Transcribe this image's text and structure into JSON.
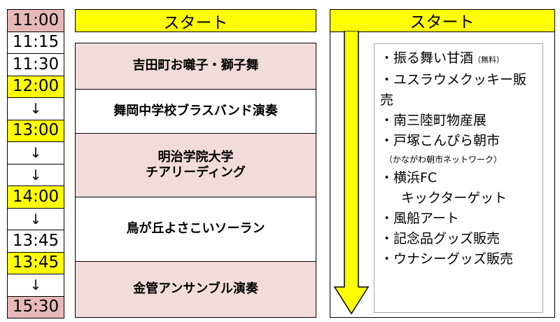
{
  "times": [
    {
      "label": "11:00",
      "bg": "pink"
    },
    {
      "label": "11:15",
      "bg": "white"
    },
    {
      "label": "11:30",
      "bg": "white"
    },
    {
      "label": "12:00",
      "bg": "yellow"
    },
    {
      "label": "↓",
      "bg": "white"
    },
    {
      "label": "13:00",
      "bg": "yellow"
    },
    {
      "label": "↓",
      "bg": "white"
    },
    {
      "label": "↓",
      "bg": "white"
    },
    {
      "label": "14:00",
      "bg": "yellow"
    },
    {
      "label": "↓",
      "bg": "white"
    },
    {
      "label": "13:45",
      "bg": "white"
    },
    {
      "label": "13:45",
      "bg": "yellow"
    },
    {
      "label": "↓",
      "bg": "white"
    },
    {
      "label": "15:30",
      "bg": "pink"
    }
  ],
  "program": {
    "header": "スタート",
    "items": [
      {
        "lines": [
          "吉田町お囃子・獅子舞"
        ],
        "bg": "pink"
      },
      {
        "lines": [
          "舞岡中学校ブラスバンド演奏"
        ],
        "bg": "white"
      },
      {
        "lines": [
          "明治学院大学",
          "チアリーディング"
        ],
        "bg": "pink"
      },
      {
        "lines": [
          "鳥が丘よさこいソーラン"
        ],
        "bg": "white"
      },
      {
        "lines": [
          "金管アンサンブル演奏"
        ],
        "bg": "pink"
      }
    ]
  },
  "booths": {
    "header": "スタート",
    "items": {
      "b1_main": "・振る舞い甘酒",
      "b1_small": "（無料）",
      "b2": "・ユスラウメクッキー販売",
      "b3": "・南三陸町物産展",
      "b4": "・戸塚こんぴら朝市",
      "b4_note": "（かながわ朝市ネットワーク）",
      "b5a": "・横浜FC",
      "b5b": "キックターゲット",
      "b6": "・風船アート",
      "b7": "・記念品グッズ販売",
      "b8": "・ウナシーグッズ販売"
    }
  },
  "colors": {
    "yellow": "#ffff00",
    "time_pink": "#e6b8b7",
    "program_pink": "#f2dcdb",
    "arrow_fill": "#ffff00"
  },
  "icons": {
    "down_arrow": "down-arrow-icon"
  }
}
